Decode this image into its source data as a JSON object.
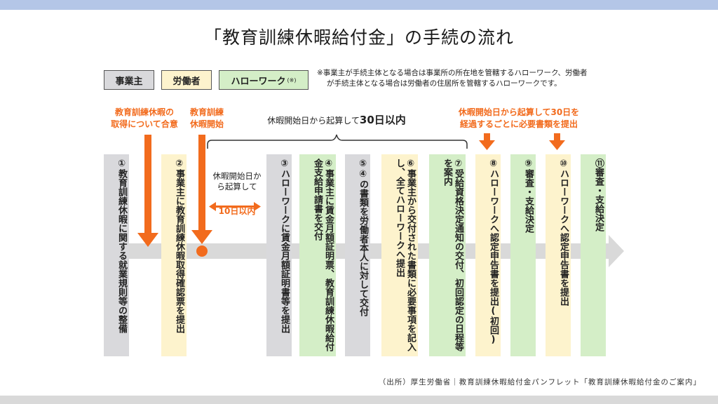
{
  "title": "「教育訓練休暇給付金」の手続の流れ",
  "legend": {
    "employer": "事業主",
    "worker": "労働者",
    "hellowork": "ハローワーク",
    "hellowork_note": "(※)"
  },
  "note": {
    "line1": "※事業主が手続主体となる場合は事業所の所在地を管轄するハローワーク、労働者",
    "line2": "が手続主体となる場合は労働者の住居所を管轄するハローワークです。"
  },
  "top_labels": {
    "agree_line1": "教育訓練休暇の",
    "agree_line2": "取得について合意",
    "start_line1": "教育訓練",
    "start_line2": "休暇開始",
    "within30_prefix": "休暇開始日から起算して",
    "within30_value": "30日以内",
    "every30_line1": "休暇開始日から起算して30日を",
    "every30_line2": "経過するごとに必要書類を提出"
  },
  "gap": {
    "line1": "休暇開始日か",
    "line2": "ら起算して",
    "value": "10日以内"
  },
  "steps": [
    {
      "text": "①教育訓練休暇に関する就業規則等の整備",
      "actor": "employer"
    },
    {
      "text": "②事業主に教育訓練休暇取得確認票を提出",
      "actor": "worker"
    },
    {
      "text": "③ハローワークに賃金月額証明書等を提出",
      "actor": "employer"
    },
    {
      "text": "④事業主に賃金月額証明票、教育訓練休暇給付金支給申請書を交付",
      "actor": "hellowork"
    },
    {
      "text": "⑤④の書類を労働者本人に対して交付",
      "actor": "employer"
    },
    {
      "text": "⑥事業主から交付された書類に必要事項を記入し、全てハローワークへ提出",
      "actor": "worker"
    },
    {
      "text": "⑦受給資格決定通知の交付、初回認定の日程等を案内",
      "actor": "hellowork"
    },
    {
      "text": "⑧ハローワークへ認定申告書を提出(初回)",
      "actor": "worker"
    },
    {
      "text": "⑨審査・支給決定",
      "actor": "hellowork"
    },
    {
      "text": "⑩ハローワークへ認定申告書を提出",
      "actor": "worker"
    },
    {
      "text": "⑪審査・支給決定",
      "actor": "hellowork"
    }
  ],
  "source": "（出所）厚生労働省｜教育訓練休暇給付金パンフレット「教育訓練休暇給付金のご案内」",
  "colors": {
    "employer": "#d9d9dc",
    "worker": "#fdf3cd",
    "hellowork": "#d4eec7",
    "accent": "#f26b1d",
    "timeline": "#d9d9d9"
  }
}
